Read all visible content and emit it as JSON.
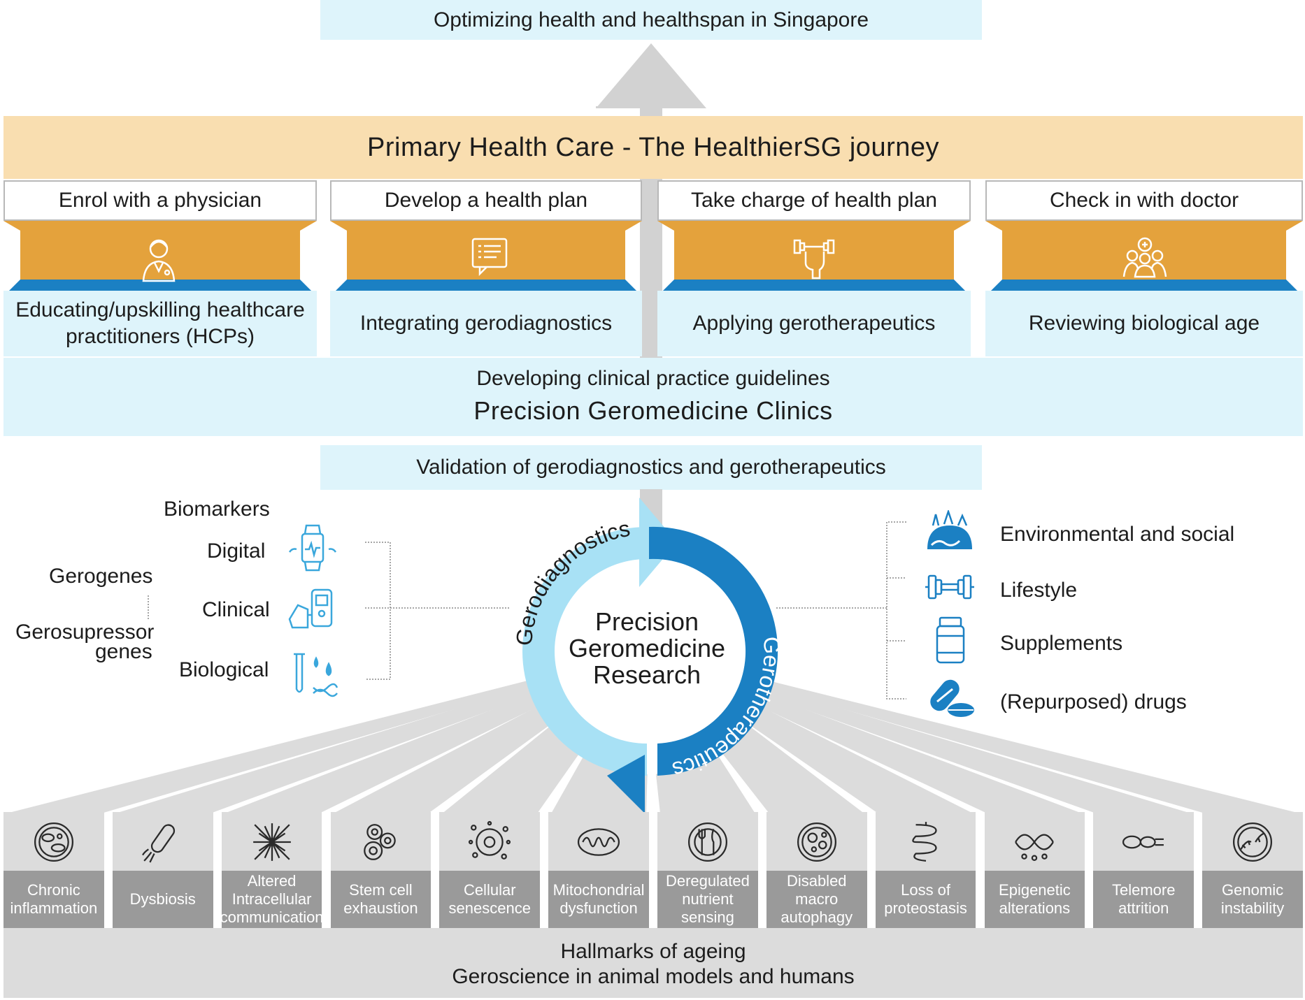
{
  "top_goal": "Optimizing health and healthspan in Singapore",
  "primary_care": {
    "title": "Primary Health Care - The HealthierSG journey",
    "steps": [
      {
        "label": "Enrol with a physician",
        "action": "Educating/upskilling healthcare practitioners (HCPs)",
        "icon": "doctor-icon"
      },
      {
        "label": "Develop a health plan",
        "action": "Integrating gerodiagnostics",
        "icon": "health-plan-icon"
      },
      {
        "label": "Take charge of health plan",
        "action": "Applying gerotherapeutics",
        "icon": "fist-dumbbell-icon"
      },
      {
        "label": "Check in with doctor",
        "action": "Reviewing biological age",
        "icon": "doctor-patients-icon"
      }
    ]
  },
  "clinics": {
    "subtitle": "Developing clinical practice guidelines",
    "title": "Precision Geromedicine Clinics"
  },
  "validation": "Validation of gerodiagnostics and gerotherapeutics",
  "cycle": {
    "center": [
      "Precision",
      "Geromedicine",
      "Research"
    ],
    "left_arc": "Gerodiagnostics",
    "right_arc": "Gerotherapeutics"
  },
  "biomarkers": {
    "heading": "Biomarkers",
    "items": [
      {
        "label": "Digital",
        "icon": "smartwatch-icon"
      },
      {
        "label": "Clinical",
        "icon": "blood-pressure-icon"
      },
      {
        "label": "Biological",
        "icon": "test-tube-dna-icon"
      }
    ],
    "genes_top": "Gerogenes",
    "genes_bottom": [
      "Gerosupressor",
      "genes"
    ]
  },
  "therapeutics": [
    {
      "label": "Environmental and social",
      "icon": "globe-nature-icon"
    },
    {
      "label": "Lifestyle",
      "icon": "dumbbell-icon"
    },
    {
      "label": "Supplements",
      "icon": "supplement-bottle-icon"
    },
    {
      "label": "(Repurposed) drugs",
      "icon": "pills-icon"
    }
  ],
  "hallmarks": [
    {
      "lines": [
        "Chronic",
        "inflammation"
      ],
      "icon": "inflammation-cell-icon"
    },
    {
      "lines": [
        "Dysbiosis"
      ],
      "icon": "bacterium-icon"
    },
    {
      "lines": [
        "Altered",
        "Intracellular",
        "communication"
      ],
      "icon": "network-icon"
    },
    {
      "lines": [
        "Stem cell",
        "exhaustion"
      ],
      "icon": "stem-cells-icon"
    },
    {
      "lines": [
        "Cellular",
        "senescence"
      ],
      "icon": "senescent-cell-icon"
    },
    {
      "lines": [
        "Mitochondrial",
        "dysfunction"
      ],
      "icon": "mitochondria-icon"
    },
    {
      "lines": [
        "Deregulated",
        "nutrient",
        "sensing"
      ],
      "icon": "plate-cutlery-icon"
    },
    {
      "lines": [
        "Disabled",
        "macro",
        "autophagy"
      ],
      "icon": "autophagy-icon"
    },
    {
      "lines": [
        "Loss of",
        "proteostasis"
      ],
      "icon": "protein-fold-icon"
    },
    {
      "lines": [
        "Epigenetic",
        "alterations"
      ],
      "icon": "epigenetic-dna-icon"
    },
    {
      "lines": [
        "Telemore",
        "attrition"
      ],
      "icon": "chromosome-icon"
    },
    {
      "lines": [
        "Genomic",
        "instability"
      ],
      "icon": "broken-dna-icon"
    }
  ],
  "hallmarks_footer": {
    "line1": "Hallmarks of ageing",
    "line2": "Geroscience in animal models and humans"
  },
  "colors": {
    "light_blue": "#def4fb",
    "orange_band": "#f9deb0",
    "orange_box": "#e4a23c",
    "blue_strip": "#1b80c3",
    "arc_light": "#a8e1f5",
    "arc_dark": "#1b80c3",
    "icon_blue": "#3aa7dc",
    "grey_box": "#9a9a9a"
  }
}
